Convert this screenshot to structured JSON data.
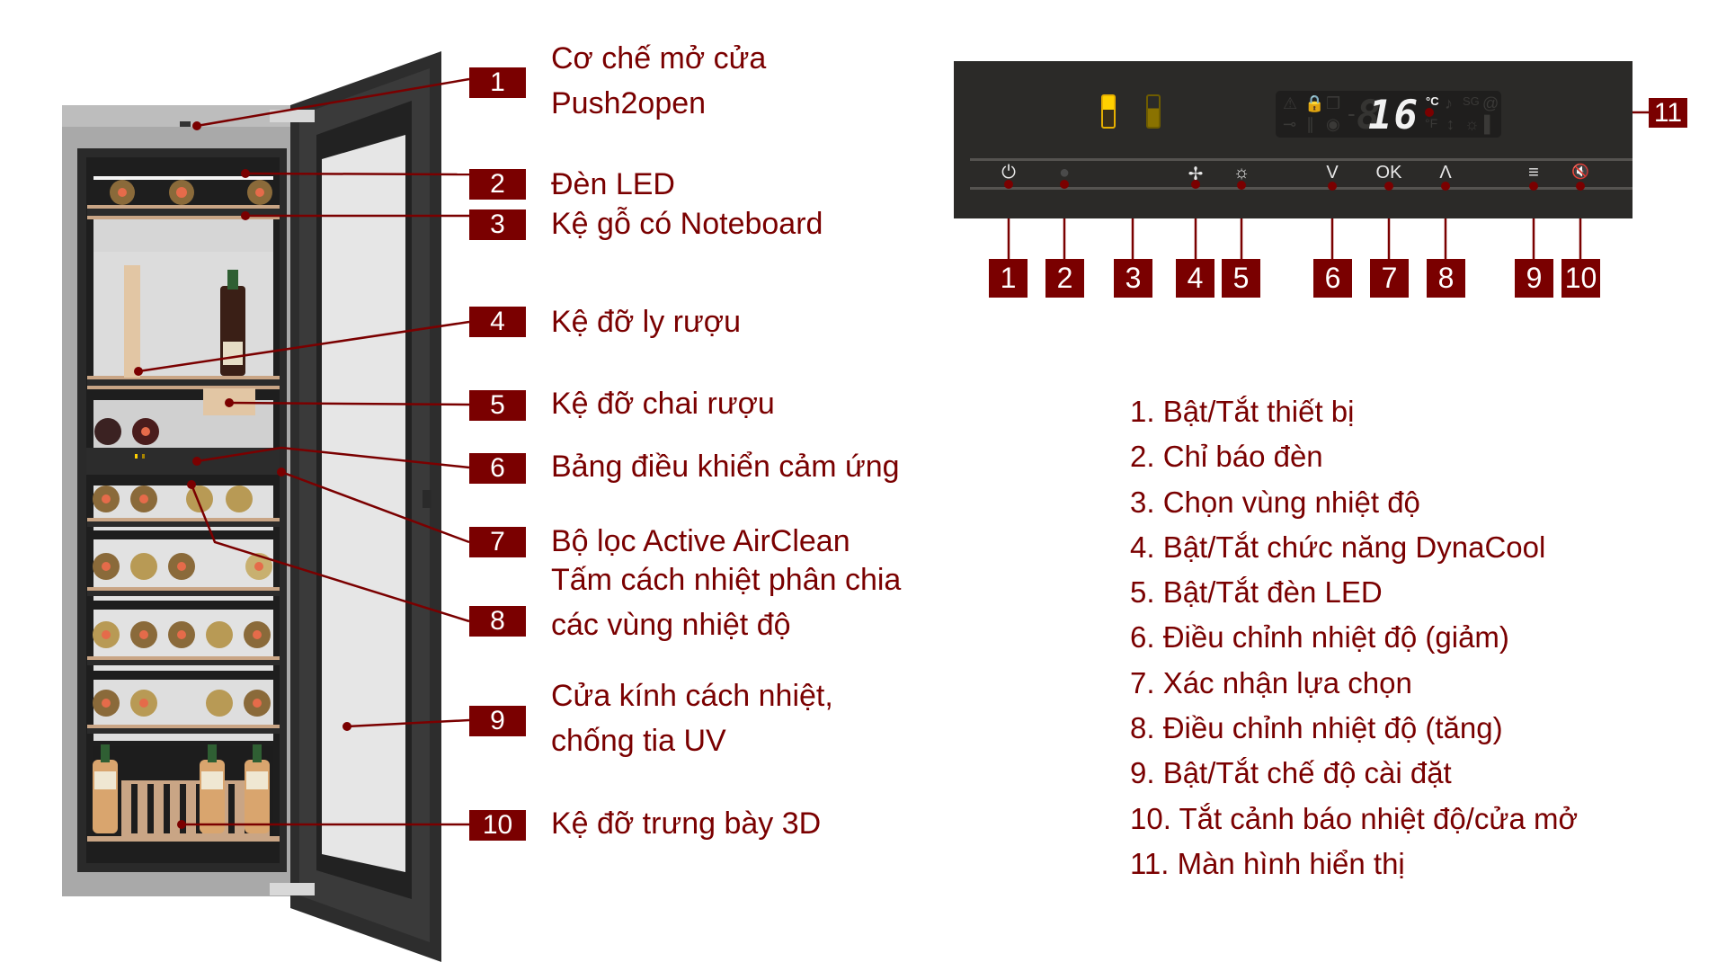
{
  "fridge_callouts": [
    {
      "number": "1",
      "label_lines": [
        "Cơ chế mở cửa",
        "Push2open"
      ]
    },
    {
      "number": "2",
      "label_lines": [
        "Đèn LED"
      ]
    },
    {
      "number": "3",
      "label_lines": [
        "Kệ gỗ có Noteboard"
      ]
    },
    {
      "number": "4",
      "label_lines": [
        "Kệ đỡ ly rượu"
      ]
    },
    {
      "number": "5",
      "label_lines": [
        "Kệ đỡ chai rượu"
      ]
    },
    {
      "number": "6",
      "label_lines": [
        "Bảng điều khiển cảm ứng"
      ]
    },
    {
      "number": "7",
      "label_lines": [
        "Bộ lọc Active AirClean"
      ]
    },
    {
      "number": "8",
      "label_lines": [
        "Tấm cách nhiệt phân chia",
        "các vùng nhiệt độ"
      ]
    },
    {
      "number": "9",
      "label_lines": [
        "Cửa kính cách nhiệt,",
        "chống tia UV"
      ]
    },
    {
      "number": "10",
      "label_lines": [
        "Kệ đỡ trưng bày 3D"
      ]
    }
  ],
  "control_panel": {
    "display": {
      "temperature": "16",
      "unit_c": "°C",
      "unit_f": "°F",
      "ghost_digit": "8",
      "dash": "-"
    },
    "buttons": [
      {
        "number": "1",
        "icon": "power-icon",
        "glyph": "⏻"
      },
      {
        "number": "2",
        "icon": "indicator-light-icon",
        "glyph": "●"
      },
      {
        "number": "3",
        "icon": "zone-selector-icon",
        "glyph": ""
      },
      {
        "number": "4",
        "icon": "fan-dynacool-icon",
        "glyph": "✢"
      },
      {
        "number": "5",
        "icon": "light-bulb-icon",
        "glyph": "☼"
      },
      {
        "number": "6",
        "icon": "chevron-down-icon",
        "glyph": "V"
      },
      {
        "number": "7",
        "icon": "ok-icon",
        "glyph": "OK"
      },
      {
        "number": "8",
        "icon": "chevron-up-icon",
        "glyph": "Λ"
      },
      {
        "number": "9",
        "icon": "settings-menu-icon",
        "glyph": "≡"
      },
      {
        "number": "10",
        "icon": "mute-alarm-icon",
        "glyph": "🔇"
      }
    ],
    "display_badge": "11"
  },
  "legend": [
    "1. Bật/Tắt thiết bị",
    "2. Chỉ báo đèn",
    "3. Chọn vùng nhiệt độ",
    "4. Bật/Tắt chức năng DynaCool",
    "5. Bật/Tắt đèn LED",
    "6. Điều chỉnh nhiệt độ (giảm)",
    "7. Xác nhận lựa chọn",
    "8. Điều chỉnh nhiệt độ (tăng)",
    "9. Bật/Tắt chế độ cài đặt",
    "10. Tắt cảnh báo nhiệt độ/cửa mở",
    "11. Màn hình hiển thị"
  ],
  "colors": {
    "accent": "#7a0000",
    "panel": "#2b2a28",
    "zone_active": "#ffd000",
    "zone_inactive": "#8a7200"
  }
}
